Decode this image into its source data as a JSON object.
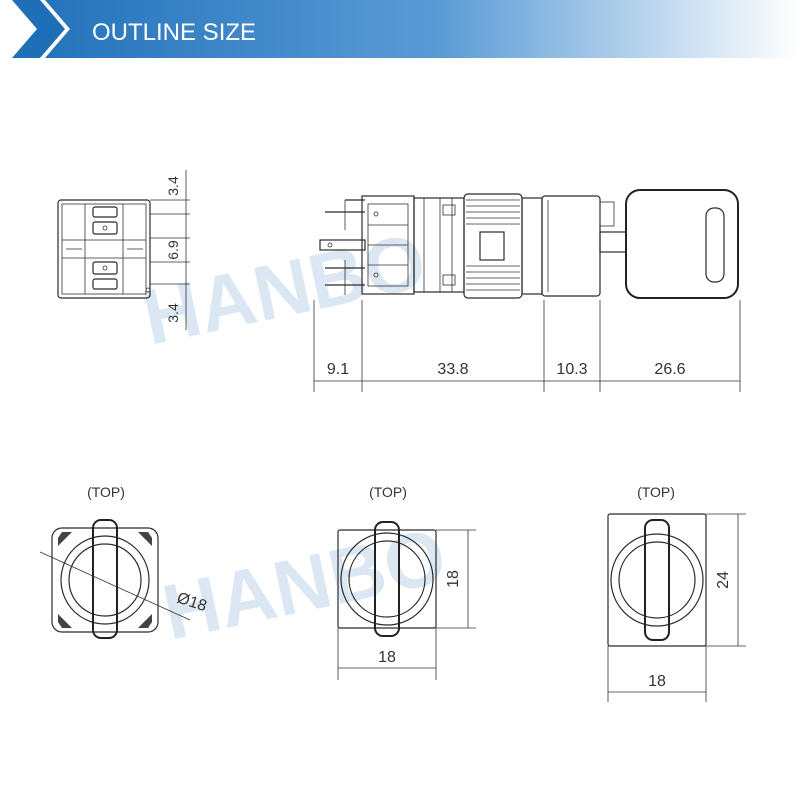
{
  "header": {
    "title": "OUTLINE SIZE"
  },
  "watermark": "HANBO",
  "side_view": {
    "vertical_dims": [
      "3.4",
      "6.9",
      "3.4"
    ],
    "horizontal_dims": [
      "9.1",
      "33.8",
      "10.3",
      "26.6"
    ]
  },
  "top_views": [
    {
      "label": "(TOP)",
      "diameter": "Ø18"
    },
    {
      "label": "(TOP)",
      "height": "18",
      "width": "18"
    },
    {
      "label": "(TOP)",
      "height": "24",
      "width": "18"
    }
  ],
  "colors": {
    "banner": "#2a74b8",
    "banner_light": "#e8f1fb",
    "watermark": "#c7dcef"
  }
}
